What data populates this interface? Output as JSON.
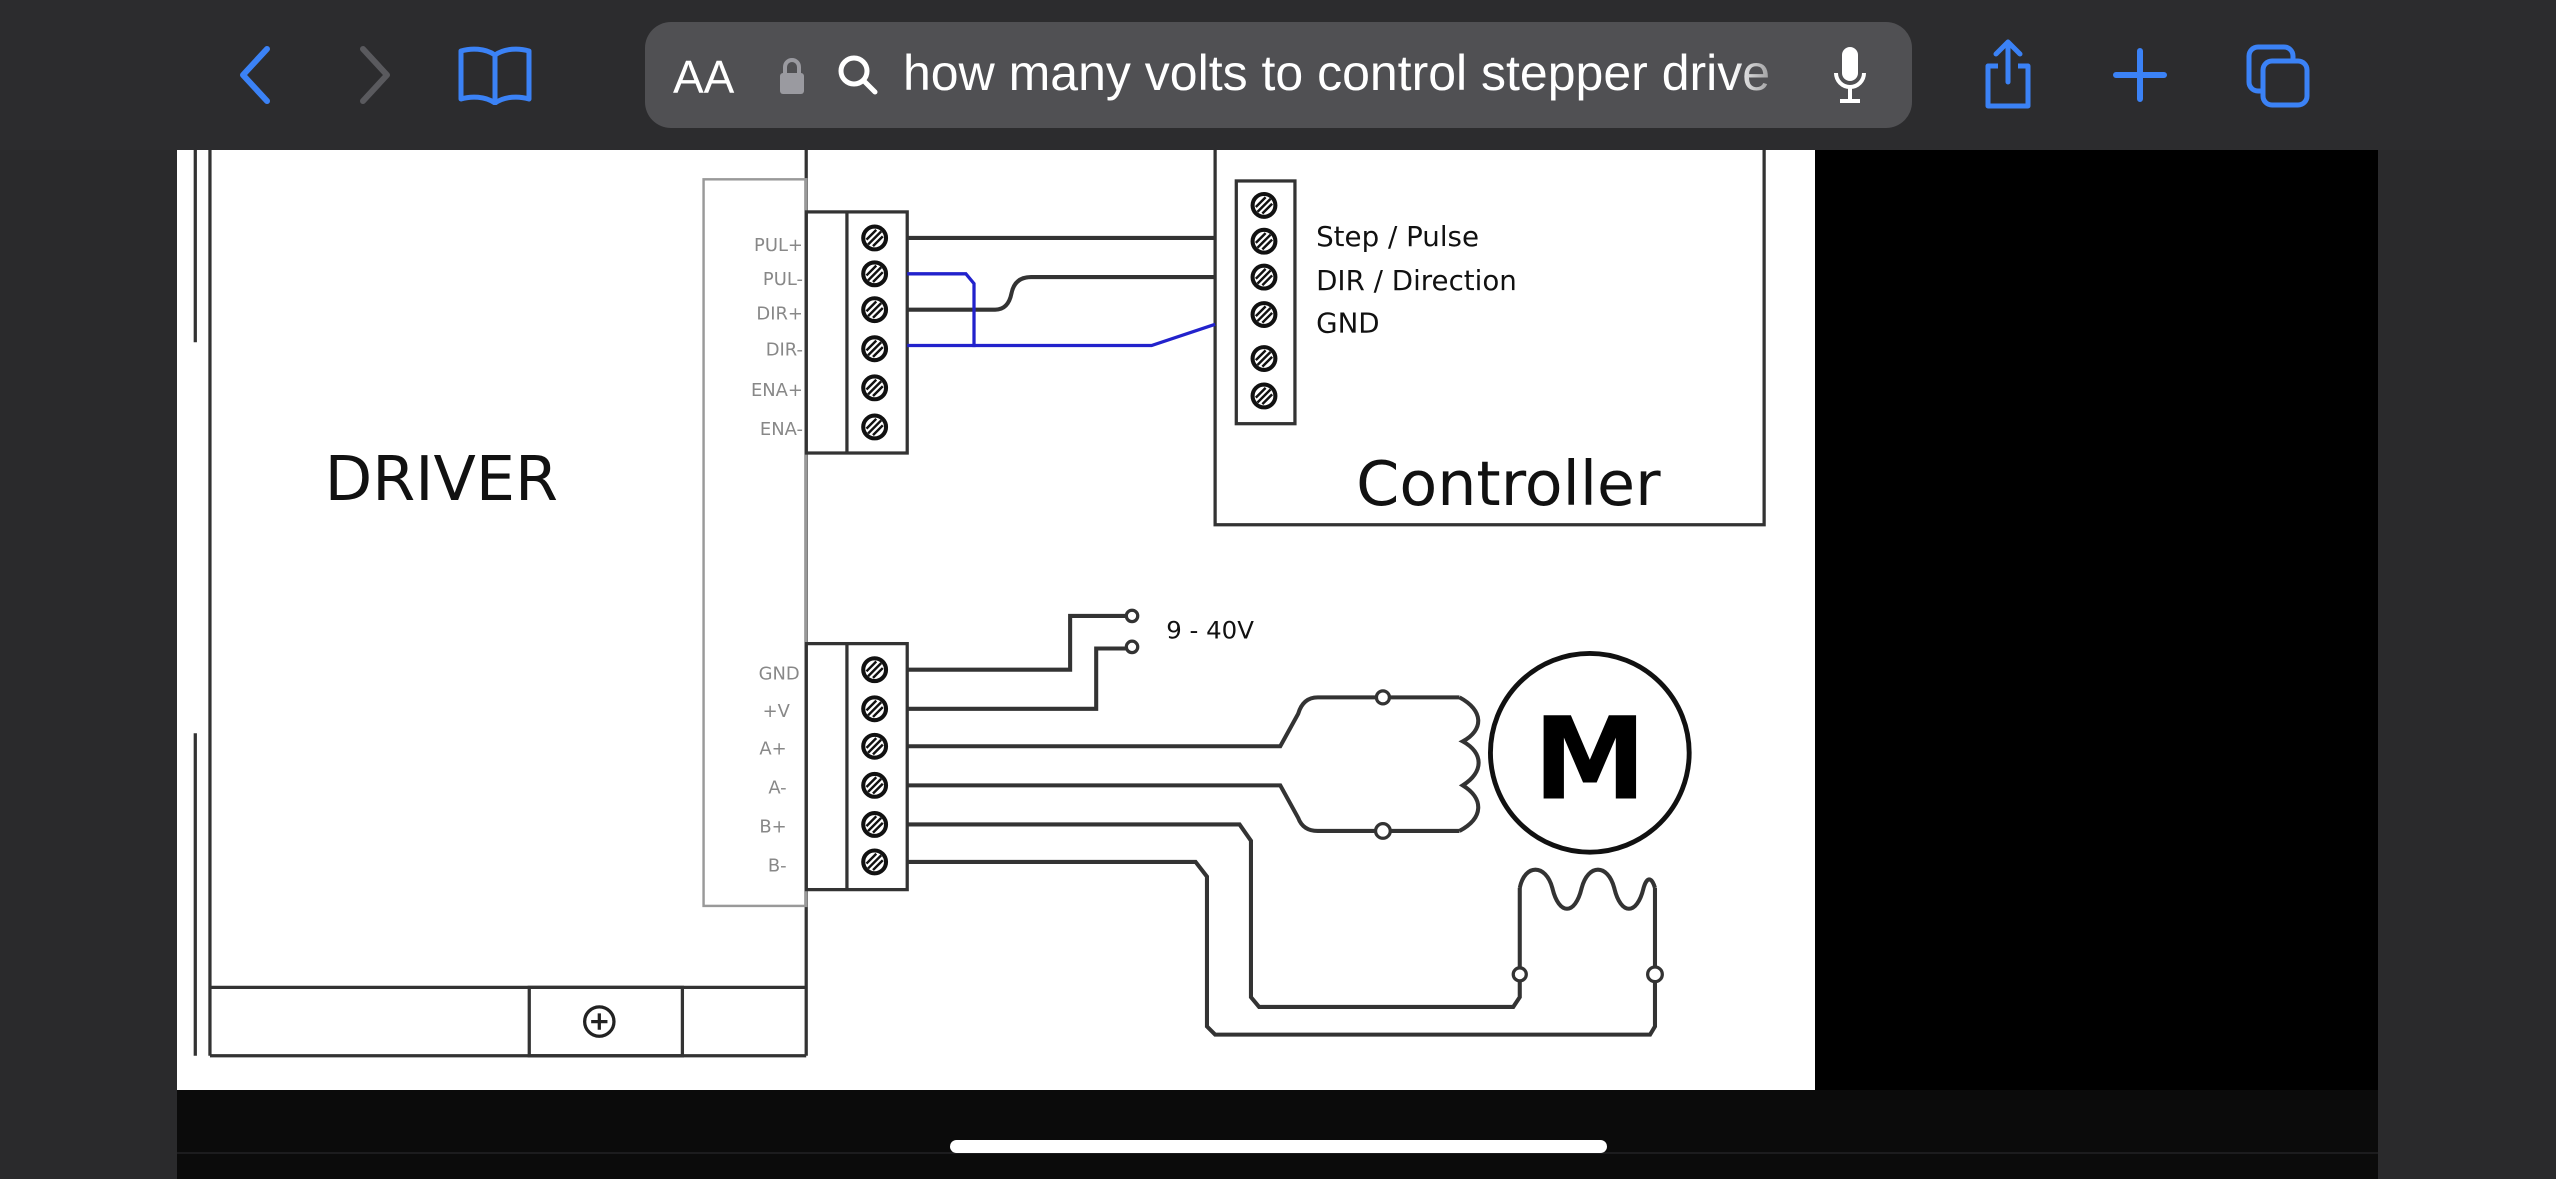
{
  "browser": {
    "text_size_label": "AA",
    "address": "how many volts to control stepper drive",
    "accent": "#3b82f6"
  },
  "diagram": {
    "driver_label": "DRIVER",
    "controller_label": "Controller",
    "signal_pins": [
      "PUL+",
      "PUL-",
      "DIR+",
      "DIR-",
      "ENA+",
      "ENA-"
    ],
    "power_pins": [
      "GND",
      "+V",
      "A+",
      "A-",
      "B+",
      "B-"
    ],
    "controller_pins": [
      "Step / Pulse",
      "DIR / Direction",
      "GND"
    ],
    "supply_label": "9 - 40V",
    "motor_label": "M"
  }
}
